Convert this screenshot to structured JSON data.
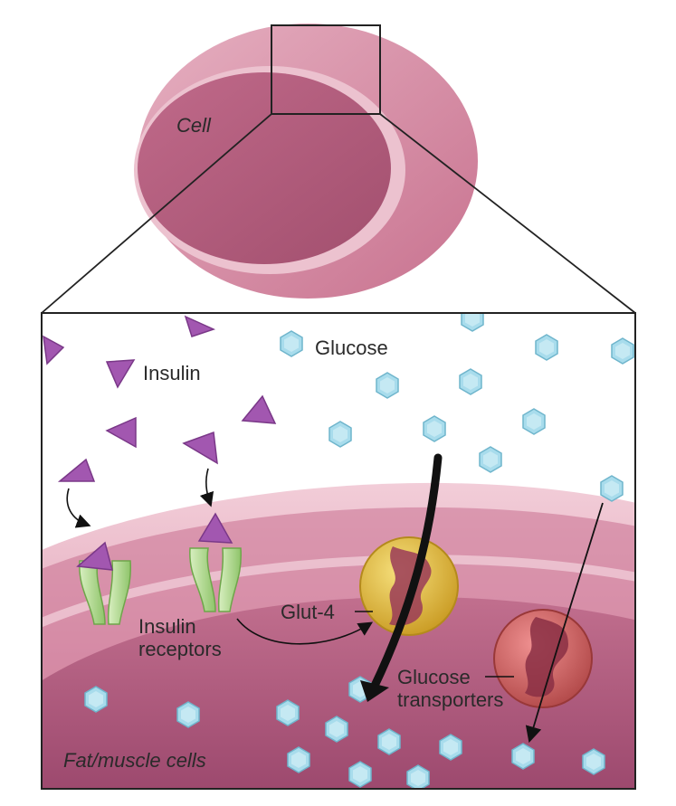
{
  "labels": {
    "cell": "Cell",
    "glucose": "Glucose",
    "insulin": "Insulin",
    "glut4": "Glut-4",
    "insulin_receptors_line1": "Insulin",
    "insulin_receptors_line2": "receptors",
    "glucose_transporters_line1": "Glucose",
    "glucose_transporters_line2": "transporters",
    "fat_muscle_cells": "Fat/muscle cells"
  },
  "colors": {
    "cell_outer": "#dc9cb0",
    "cell_inner": "#bb5f7f",
    "cell_rim": "#e8b7c6",
    "membrane": "#e8b7c6",
    "cytoplasm": "#a24d6c",
    "insulin": "#a257b0",
    "glucose": "#a8dcec",
    "receptor": "#b6dc94",
    "glut4": "#e6c340",
    "transporter": "#d76a6a",
    "arrow": "#111111"
  }
}
